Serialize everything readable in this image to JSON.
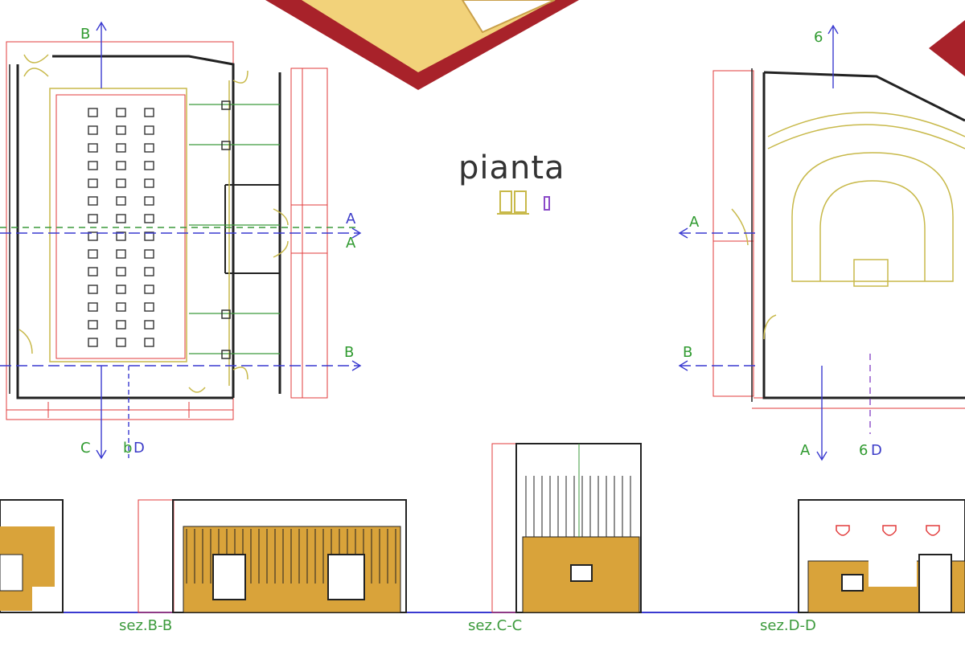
{
  "title": "pianta",
  "section_captions": [
    "sez.B-B",
    "sez.C-C",
    "sez.D-D"
  ],
  "section_markers": {
    "left_top": "B",
    "left_bottom_a": "C",
    "left_bottom_b": "D",
    "left_bottom_b_prefix": "b",
    "left_side_a": "A",
    "left_side_a2": "A",
    "left_side_b": "B",
    "right_top": "6",
    "right_side_a": "A",
    "right_side_b": "B",
    "right_bottom_a": "A",
    "right_bottom_b": "D",
    "right_bottom_b_prefix": "6"
  },
  "colors": {
    "wall": "#222222",
    "dimension": "#e23b3b",
    "axis": "#3a3ad0",
    "label": "#3c9a3c",
    "furniture": "#c8b94a",
    "fill": "#d9a33a",
    "roof": "#a8222a"
  }
}
